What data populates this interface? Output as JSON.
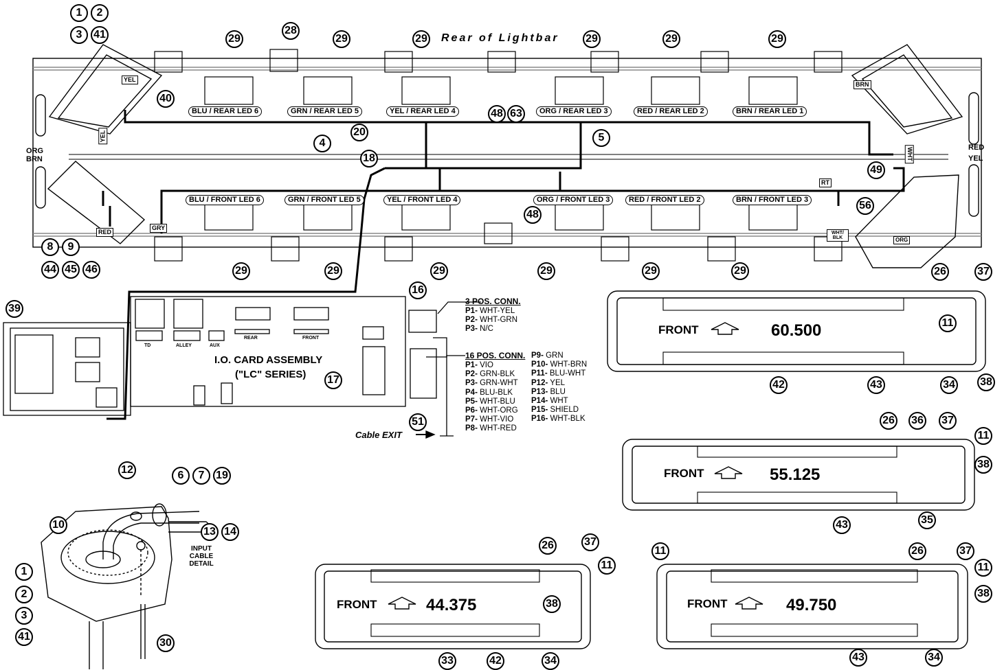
{
  "title": "Rear of Lightbar",
  "rear_pills": [
    "BLU / REAR LED 6",
    "GRN / REAR LED 5",
    "YEL / REAR LED 4",
    "ORG / REAR LED 3",
    "RED / REAR LED 2",
    "BRN / REAR LED 1"
  ],
  "front_pills": [
    "BLU / FRONT LED 6",
    "GRN / FRONT LED 5",
    "YEL / FRONT LED 4",
    "ORG / FRONT LED 3",
    "RED / FRONT LED 2",
    "BRN / FRONT LED 3"
  ],
  "tags": {
    "yel_top": "YEL",
    "yel_side": "YEL",
    "brn_top": "BRN",
    "wht": "WHT",
    "rt": "RT",
    "red": "RED",
    "gry": "GRY",
    "wht_blk": "WHT/ BLK",
    "org": "ORG",
    "side_org": "ORG",
    "side_brn": "BRN",
    "side_red": "RED",
    "side_yel": "YEL"
  },
  "callouts": {
    "c1a": "1",
    "c2a": "2",
    "c3a": "3",
    "c41a": "41",
    "c28": "28",
    "c29_1": "29",
    "c29_2": "29",
    "c29_3": "29",
    "c29_4": "29",
    "c29_5": "29",
    "c29_6": "29",
    "c40": "40",
    "c20": "20",
    "c4": "4",
    "c18": "18",
    "c5": "5",
    "c48a": "48",
    "c63": "63",
    "c49": "49",
    "c56": "56",
    "c48b": "48",
    "c8": "8",
    "c9": "9",
    "c44": "44",
    "c45": "45",
    "c46": "46",
    "c29_7": "29",
    "c29_8": "29",
    "c29_9": "29",
    "c29_10": "29",
    "c29_11": "29",
    "c29_12": "29",
    "c39": "39",
    "c16": "16",
    "c17": "17",
    "c51": "51",
    "c12": "12",
    "c6": "6",
    "c7": "7",
    "c19": "19",
    "c10": "10",
    "c13": "13",
    "c14": "14",
    "c1b": "1",
    "c2b": "2",
    "c3b": "3",
    "c41b": "41",
    "c30": "30",
    "c26a": "26",
    "c37a": "37",
    "c11a": "11",
    "c38a": "38",
    "c42a": "42",
    "c43a": "43",
    "c34a": "34",
    "c26b": "26",
    "c36": "36",
    "c37b": "37",
    "c11b": "11",
    "c38b": "38",
    "c43b": "43",
    "c35": "35",
    "c26c": "26",
    "c37c": "37",
    "c11c": "11",
    "c38c": "38",
    "c33": "33",
    "c42b": "42",
    "c34b": "34",
    "c11d": "11",
    "c26d": "26",
    "c37d": "37",
    "c11e": "11",
    "c38d": "38",
    "c43c": "43",
    "c34c": "34"
  },
  "board": {
    "title": "I.O. CARD ASSEMBLY",
    "subtitle": "(\"LC\" SERIES)",
    "td": "TD",
    "alley": "ALLEY",
    "aux": "AUX",
    "rear": "REAR",
    "front": "FRONT"
  },
  "conn3": {
    "header": "3 POS. CONN.",
    "rows": [
      [
        "P1-",
        "WHT-YEL"
      ],
      [
        "P2-",
        "WHT-GRN"
      ],
      [
        "P3-",
        "N/C"
      ]
    ]
  },
  "conn16": {
    "header": "16 POS. CONN.",
    "left": [
      [
        "P1-",
        "VIO"
      ],
      [
        "P2-",
        "GRN-BLK"
      ],
      [
        "P3-",
        "GRN-WHT"
      ],
      [
        "P4-",
        "BLU-BLK"
      ],
      [
        "P5-",
        "WHT-BLU"
      ],
      [
        "P6-",
        "WHT-ORG"
      ],
      [
        "P7-",
        "WHT-VIO"
      ],
      [
        "P8-",
        "WHT-RED"
      ]
    ],
    "right": [
      [
        "P9-",
        "GRN"
      ],
      [
        "P10-",
        "WHT-BRN"
      ],
      [
        "P11-",
        "BLU-WHT"
      ],
      [
        "P12-",
        "YEL"
      ],
      [
        "P13-",
        "BLU"
      ],
      [
        "P14-",
        "WHT"
      ],
      [
        "P15-",
        "SHIELD"
      ],
      [
        "P16-",
        "WHT-BLK"
      ]
    ]
  },
  "cable_exit": "Cable EXIT",
  "input_cable_detail": "INPUT CABLE DETAIL",
  "bars": [
    {
      "front": "FRONT",
      "dim": "60.500"
    },
    {
      "front": "FRONT",
      "dim": "55.125"
    },
    {
      "front": "FRONT",
      "dim": "44.375"
    },
    {
      "front": "FRONT",
      "dim": "49.750"
    }
  ]
}
